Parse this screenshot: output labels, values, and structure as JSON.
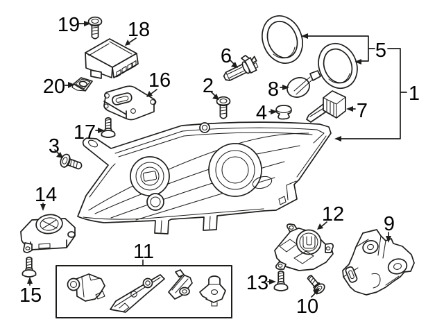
{
  "page": {
    "type": "exploded-parts-diagram",
    "subject": "headlamp assembly",
    "background_color": "#ffffff",
    "line_color": "#1d1d1b",
    "label_color": "#000000"
  },
  "callouts": [
    {
      "number": "1",
      "part": "headlamp-assembly"
    },
    {
      "number": "2",
      "part": "screw"
    },
    {
      "number": "3",
      "part": "screw"
    },
    {
      "number": "4",
      "part": "cap"
    },
    {
      "number": "5",
      "part": "seal-ring-set"
    },
    {
      "number": "6",
      "part": "halogen-bulb"
    },
    {
      "number": "7",
      "part": "bulb-socket"
    },
    {
      "number": "8",
      "part": "bulb"
    },
    {
      "number": "9",
      "part": "mounting-bracket"
    },
    {
      "number": "10",
      "part": "bolt"
    },
    {
      "number": "11",
      "part": "hardware-kit"
    },
    {
      "number": "12",
      "part": "leveling-motor"
    },
    {
      "number": "13",
      "part": "screw"
    },
    {
      "number": "14",
      "part": "ballast-unit"
    },
    {
      "number": "15",
      "part": "screw"
    },
    {
      "number": "16",
      "part": "control-module"
    },
    {
      "number": "17",
      "part": "screw"
    },
    {
      "number": "18",
      "part": "control-module"
    },
    {
      "number": "19",
      "part": "screw"
    },
    {
      "number": "20",
      "part": "clip-nut"
    }
  ]
}
